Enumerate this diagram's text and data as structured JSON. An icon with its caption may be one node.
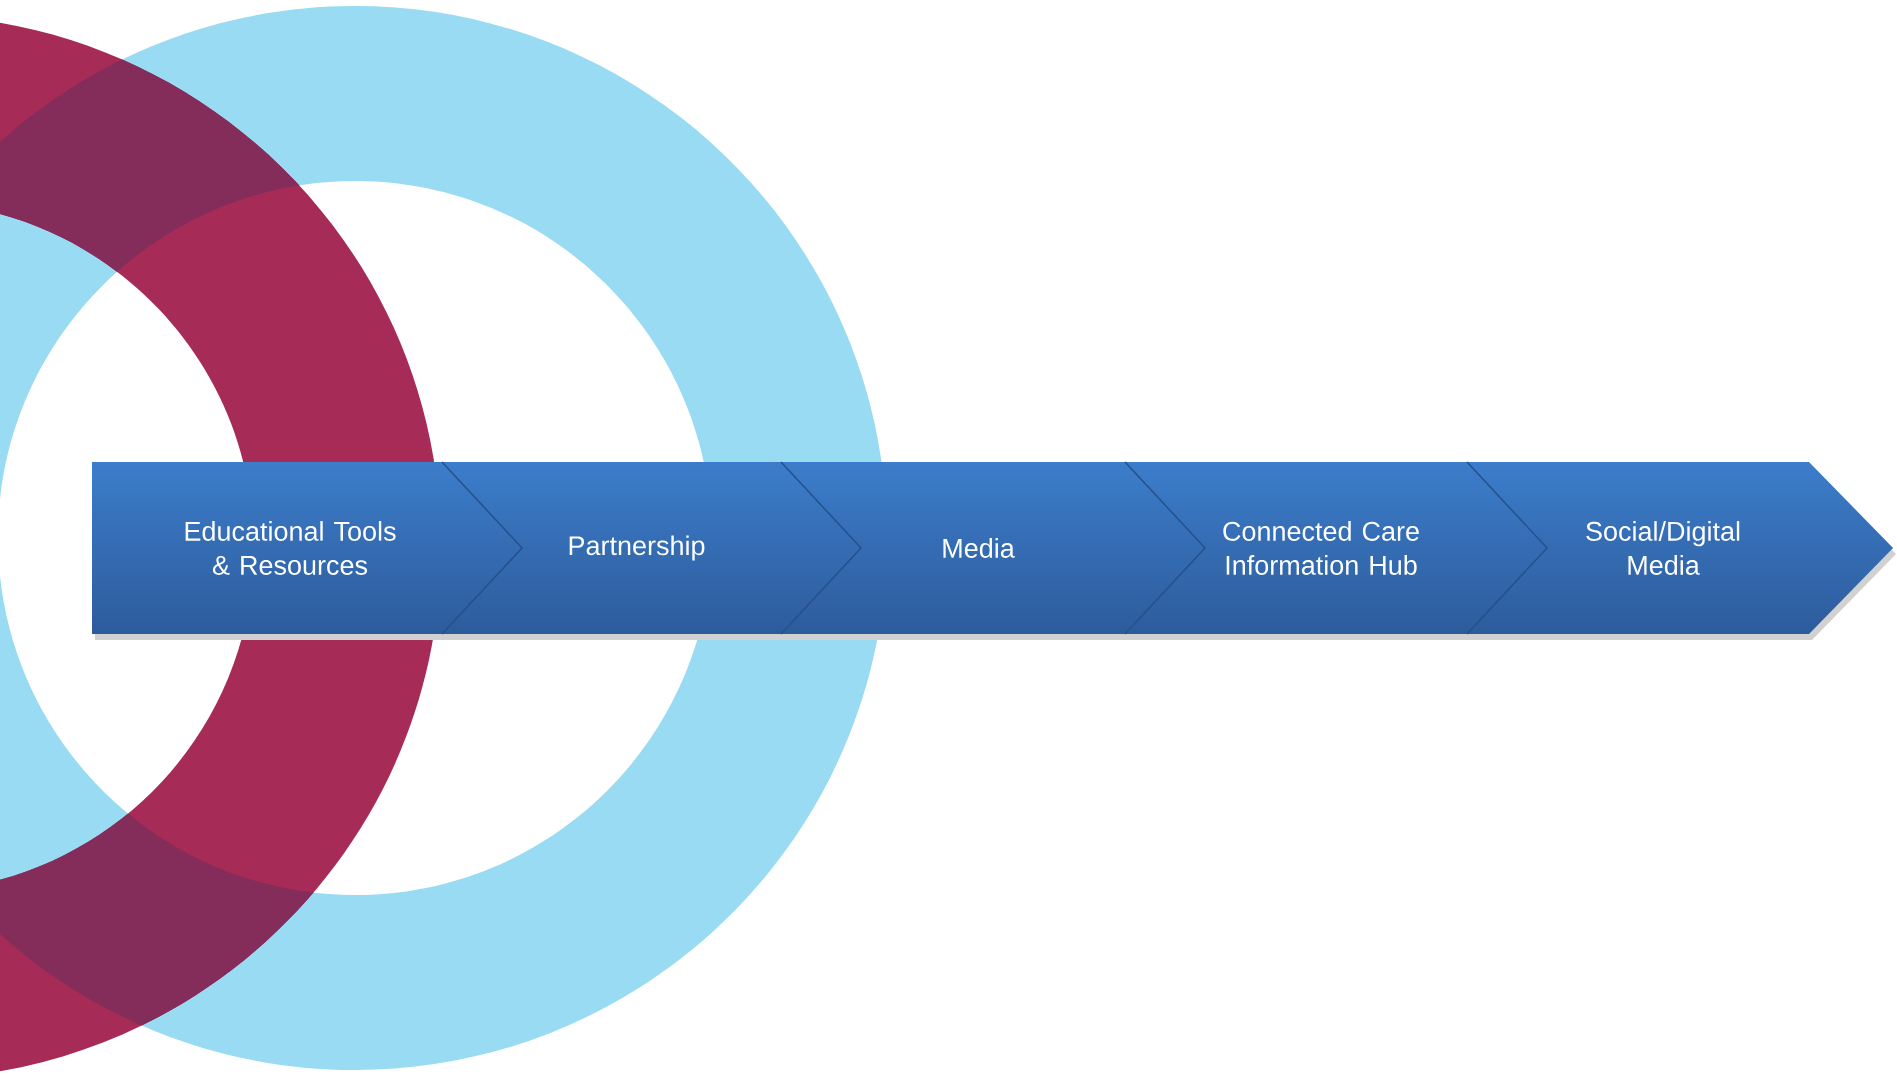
{
  "diagram": {
    "nodes": [
      {
        "text": [
          "Educational Tools & Resources"
        ]
      },
      {
        "text": [
          "Partnership"
        ]
      },
      {
        "text": [
          "Media"
        ]
      },
      {
        "text": [
          "Connected Care Information Hub"
        ]
      },
      {
        "text": [
          "Social/Digital Media"
        ]
      }
    ]
  }
}
